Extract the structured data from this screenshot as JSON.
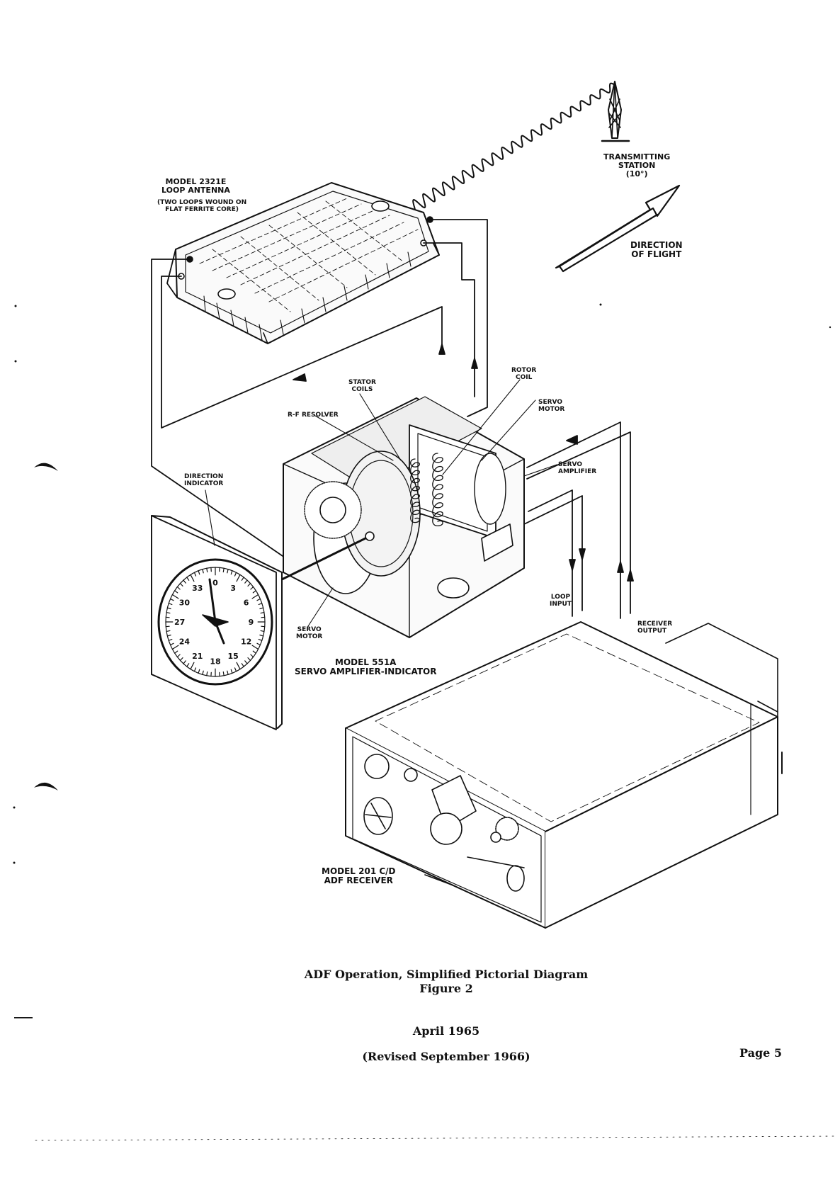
{
  "labels": {
    "loop_antenna": [
      "MODEL 2321E",
      "LOOP ANTENNA"
    ],
    "loop_antenna_note": [
      "(TWO LOOPS WOUND ON",
      "FLAT FERRITE CORE)"
    ],
    "transmitting_station": [
      "TRANSMITTING",
      "STATION",
      "(10°)"
    ],
    "direction_of_flight": [
      "DIRECTION",
      "OF FLIGHT"
    ],
    "stator_coils": [
      "STATOR",
      "COILS"
    ],
    "rotor_coil": [
      "ROTOR",
      "COIL"
    ],
    "servo_motor_top": [
      "SERVO",
      "MOTOR"
    ],
    "rf_resolver": "R-F RESOLVER",
    "servo_amplifier": [
      "SERVO",
      "AMPLIFIER"
    ],
    "direction_indicator": [
      "DIRECTION",
      "INDICATOR"
    ],
    "servo_motor_bottom": [
      "SERVO",
      "MOTOR"
    ],
    "servo_amp_indicator": [
      "MODEL 551A",
      "SERVO AMPLIFIER-INDICATOR"
    ],
    "loop_input": [
      "LOOP",
      "INPUT"
    ],
    "receiver_output": [
      "RECEIVER",
      "OUTPUT"
    ],
    "adf_receiver": [
      "MODEL 201 C/D",
      "ADF RECEIVER"
    ]
  },
  "dial_numbers": [
    "0",
    "3",
    "6",
    "9",
    "12",
    "15",
    "18",
    "21",
    "24",
    "27",
    "30",
    "33"
  ],
  "caption": {
    "title": "ADF Operation, Simplified Pictorial Diagram",
    "figure": "Figure 2",
    "date": "April 1965",
    "revised": "(Revised September 1966)",
    "page": "Page 5"
  }
}
